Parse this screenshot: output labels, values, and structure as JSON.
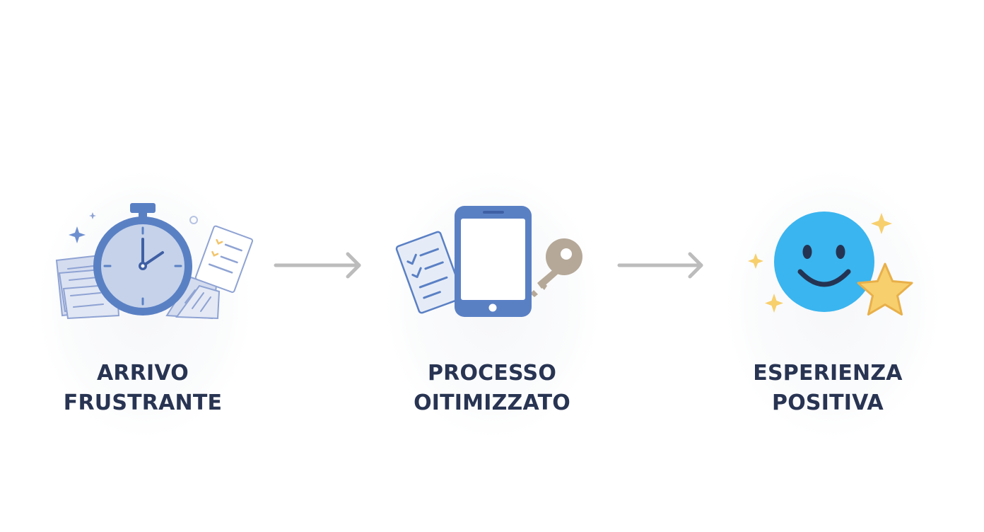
{
  "steps": [
    {
      "icon": "stopwatch-with-papers-icon",
      "line1": "ARRIVO",
      "line2": "FRUSTRANTE"
    },
    {
      "icon": "smartphone-with-checklist-and-key-icon",
      "line1": "PROCESSO",
      "line2": "OITIMIZZATO"
    },
    {
      "icon": "smiley-face-with-star-icon",
      "line1": "ESPERIENZA",
      "line2": "POSITIVA"
    }
  ],
  "colors": {
    "text": "#283452",
    "icon_blue": "#5a80c4",
    "icon_light_blue": "#c5d2ea",
    "arrow": "#bcbcbc",
    "smiley": "#3ab5ef",
    "star": "#f7cf6c",
    "key": "#b5a898"
  }
}
